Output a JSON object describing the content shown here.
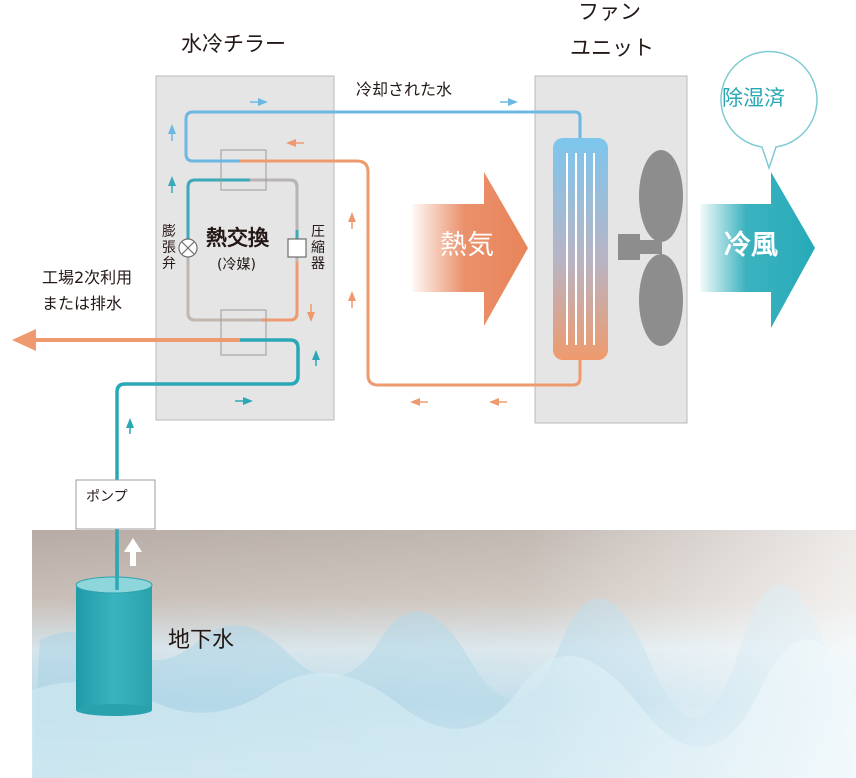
{
  "labels": {
    "chiller": "水冷チラー",
    "fan_unit_line1": "ファン",
    "fan_unit_line2": "ユニット",
    "cooled_water": "冷却された水",
    "reuse_line1": "工場2次利用",
    "reuse_line2": "または排水",
    "heat_exchange": "熱交換",
    "refrigerant": "(冷媒)",
    "expansion_valve": "膨張弁",
    "compressor": "圧縮器",
    "pump": "ポンプ",
    "groundwater": "地下水",
    "hot_air": "熱気",
    "cool_air": "冷風",
    "dehumidified": "除湿済"
  },
  "colors": {
    "cold_water": "#6db8e3",
    "warm_water": "#ee9a6e",
    "teal_water": "#2aa8b5",
    "unit_fill": "#e5e5e5",
    "unit_border": "#b9b9b9",
    "hot_air_arrow": "#e8845a",
    "cool_air_arrow": "#26aab8",
    "fan_blade": "#8d8d8d"
  }
}
